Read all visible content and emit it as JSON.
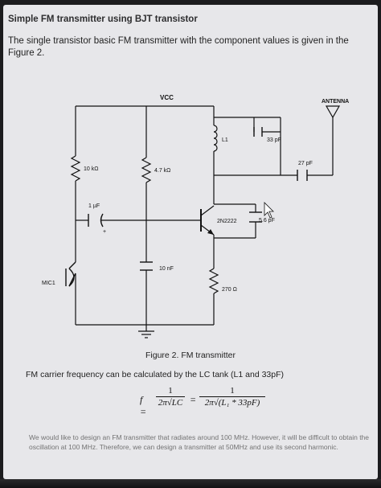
{
  "doc": {
    "heading": "Simple FM transmitter using BJT transistor",
    "intro_line1": "The single transistor basic FM transmitter with the component values is given in the",
    "intro_line2": "Figure 2.",
    "caption": "Figure 2. FM transmitter",
    "freq_text": "FM carrier frequency can be calculated by the LC tank (L1 and 33pF)",
    "formula": {
      "lhs": "f =",
      "eq": "=",
      "num1": "1",
      "den1": "2π√LC",
      "num2": "1",
      "den2": "2π√(L₁ * 33pF)"
    },
    "note": "We would like to design an FM transmitter that radiates around 100 MHz. However, it will be difficult to obtain the oscillation at 100 MHz. Therefore, we can design a transmitter at 50MHz and use its second harmonic."
  },
  "diagram": {
    "vcc": "VCC",
    "antenna": "ANTENNA",
    "r1": "10 kΩ",
    "r2": "4.7 kΩ",
    "c_in": "1 µF",
    "c_in_plus": "+",
    "l1": "L1",
    "c_tank": "33 pF",
    "c_ant": "27 pF",
    "transistor": "2N2222",
    "c_fb": "5.6 pF",
    "c_base": "10 nF",
    "r_emitter": "270 Ω",
    "mic": "MIC1"
  },
  "colors": {
    "screen": "#e7e7ea",
    "wire": "#111111",
    "bezel": "#1c1c1e"
  }
}
